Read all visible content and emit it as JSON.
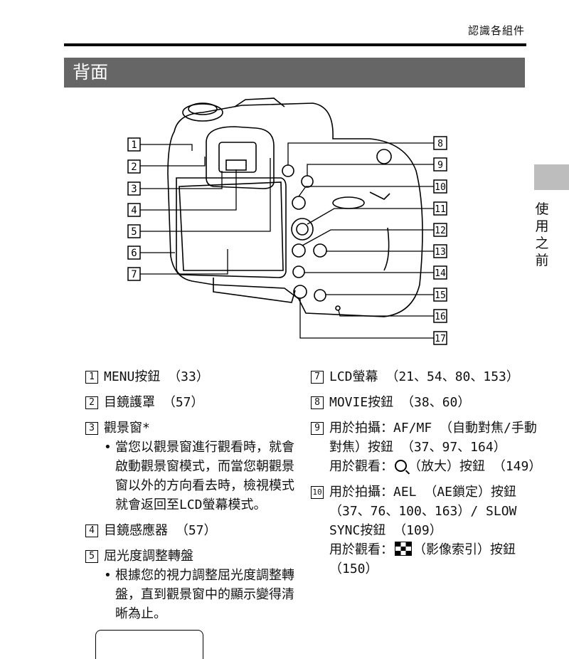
{
  "header": {
    "section": "認識各組件"
  },
  "title": "背面",
  "side_tab": "使用之前",
  "callouts_left": [
    "1",
    "2",
    "3",
    "4",
    "5",
    "6",
    "7"
  ],
  "callouts_right": [
    "8",
    "9",
    "10",
    "11",
    "12",
    "13",
    "14",
    "15",
    "16",
    "17"
  ],
  "items_left": [
    {
      "num": "1",
      "text": "MENU按鈕 （33）"
    },
    {
      "num": "2",
      "text": "目鏡護罩 （57）"
    },
    {
      "num": "3",
      "text": "觀景窗*",
      "bullet": "當您以觀景窗進行觀看時，就會啟動觀景窗模式，而當您朝觀景窗以外的方向看去時，檢視模式就會返回至LCD螢幕模式。"
    },
    {
      "num": "4",
      "text": "目鏡感應器 （57）"
    },
    {
      "num": "5",
      "text": "屈光度調整轉盤",
      "bullet": "根據您的視力調整屈光度調整轉盤，直到觀景窗中的顯示變得清晰為止。"
    }
  ],
  "items_right": [
    {
      "num": "7",
      "text": "LCD螢幕 （21、54、80、153）"
    },
    {
      "num": "8",
      "text": "MOVIE按鈕 （38、60）"
    },
    {
      "num": "9",
      "text": "用於拍攝：AF/MF （自動對焦/手動對焦）按鈕 （37、97、164）",
      "sub_pre": "用於觀看：",
      "sub_post": "（放大）按鈕 （149）",
      "icon": "magnify-icon"
    },
    {
      "num": "10",
      "text": "用於拍攝：AEL （AE鎖定）按鈕 （37、76、100、163）/ SLOW SYNC按鈕 （109）",
      "sub_pre": "用於觀看：",
      "sub_post": "（影像索引）按鈕 （150）",
      "icon": "index-icon"
    }
  ]
}
